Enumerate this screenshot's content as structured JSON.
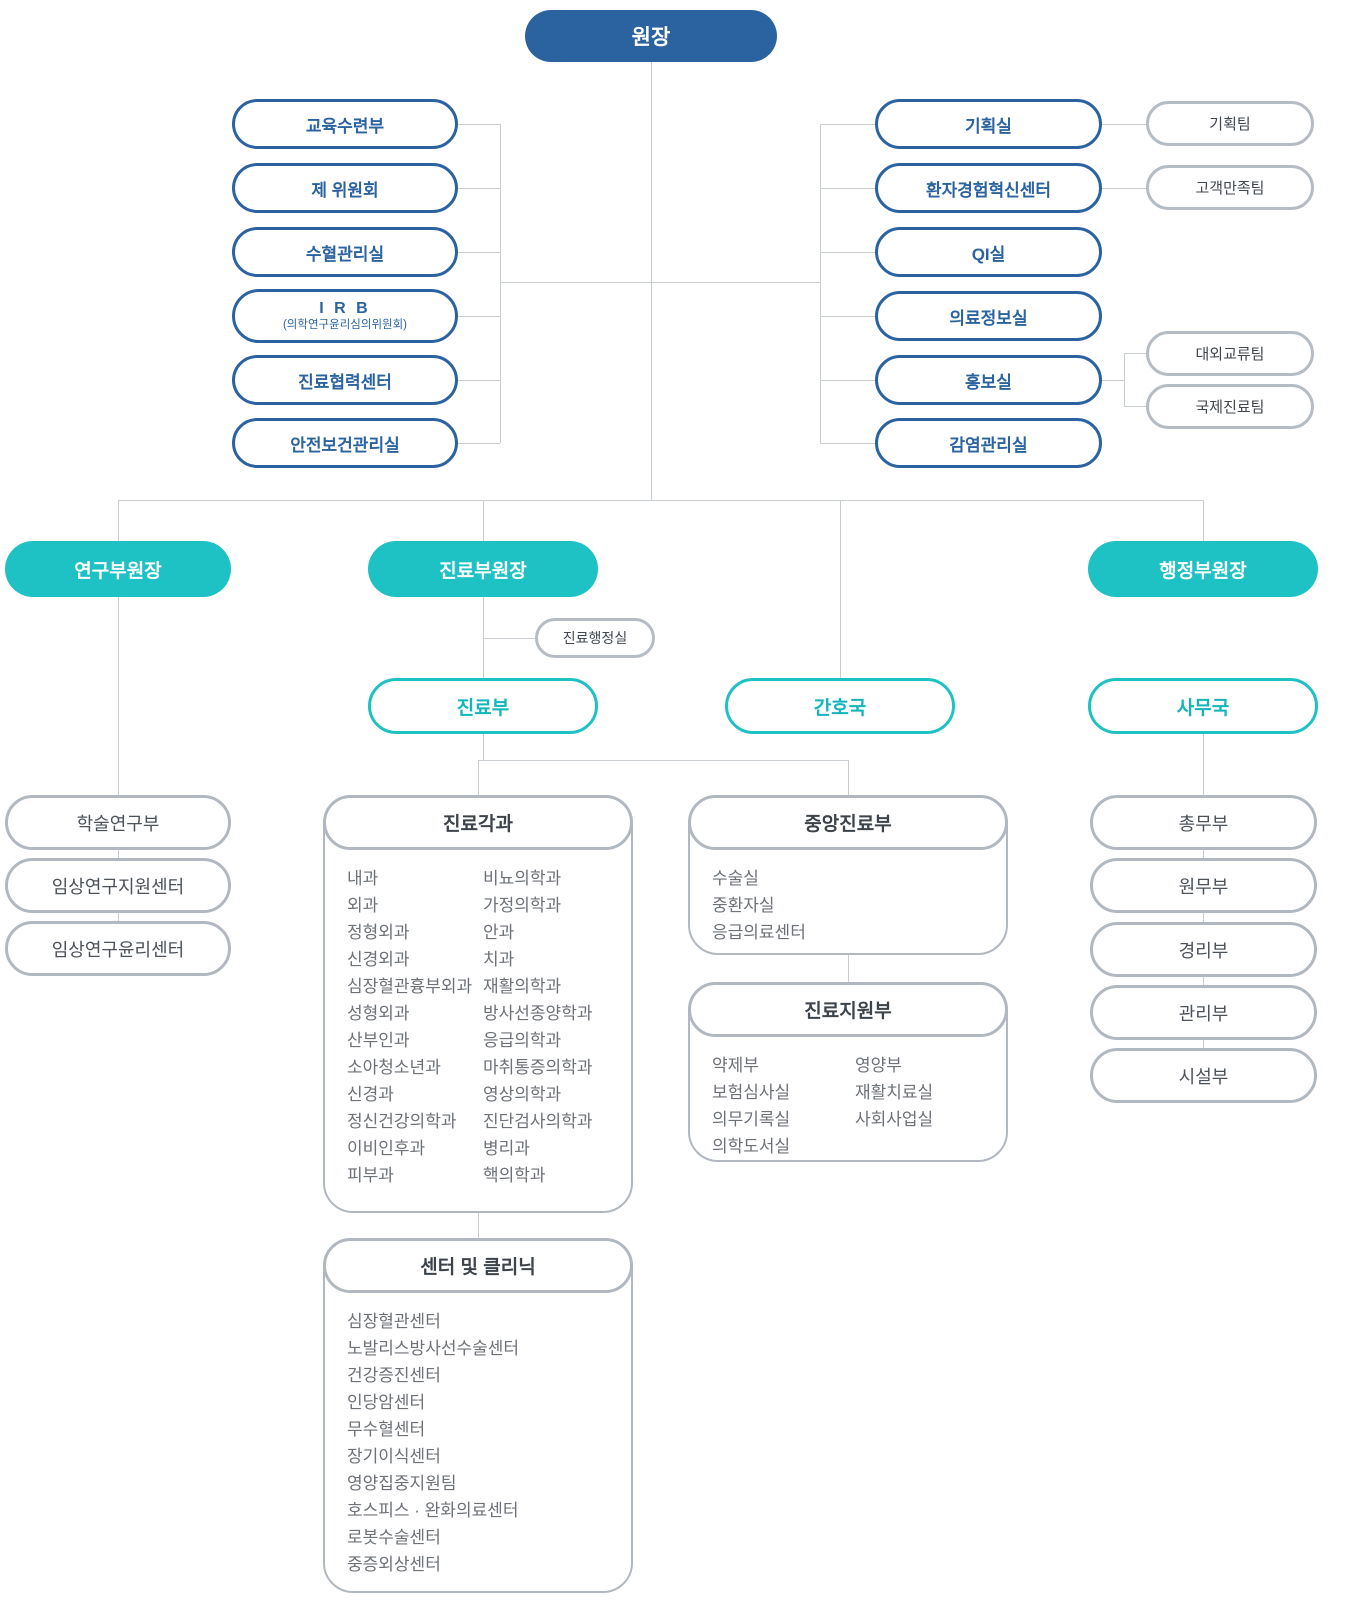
{
  "root": {
    "label": "원장"
  },
  "left_staff": [
    {
      "label": "교육수련부"
    },
    {
      "label": "제 위원회"
    },
    {
      "label": "수혈관리실"
    },
    {
      "label": "I R B",
      "sublabel": "(의학연구윤리심의위원회)"
    },
    {
      "label": "진료협력센터"
    },
    {
      "label": "안전보건관리실"
    }
  ],
  "right_staff": [
    {
      "label": "기획실"
    },
    {
      "label": "환자경험혁신센터"
    },
    {
      "label": "QI실"
    },
    {
      "label": "의료정보실"
    },
    {
      "label": "홍보실"
    },
    {
      "label": "감염관리실"
    }
  ],
  "staff_teams": {
    "planning_team": "기획팀",
    "customer_satisfaction_team": "고객만족팀",
    "external_exchange_team": "대외교류팀",
    "international_care_team": "국제진료팀"
  },
  "vice_directors": {
    "research": "연구부원장",
    "medical": "진료부원장",
    "administration": "행정부원장"
  },
  "medical_office": {
    "label": "진료행정실"
  },
  "mid_units": {
    "medical_dept": "진료부",
    "nursing": "간호국",
    "admin_office": "사무국"
  },
  "research_units": [
    {
      "label": "학술연구부"
    },
    {
      "label": "임상연구지원센터"
    },
    {
      "label": "임상연구윤리센터"
    }
  ],
  "admin_units": [
    {
      "label": "총무부"
    },
    {
      "label": "원무부"
    },
    {
      "label": "경리부"
    },
    {
      "label": "관리부"
    },
    {
      "label": "시설부"
    }
  ],
  "boxes": {
    "clinical_departments": {
      "title": "진료각과",
      "col1": [
        "내과",
        "외과",
        "정형외과",
        "신경외과",
        "심장혈관흉부외과",
        "성형외과",
        "산부인과",
        "소아청소년과",
        "신경과",
        "정신건강의학과",
        "이비인후과",
        "피부과"
      ],
      "col2": [
        "비뇨의학과",
        "가정의학과",
        "안과",
        "치과",
        "재활의학과",
        "방사선종양학과",
        "응급의학과",
        "마취통증의학과",
        "영상의학과",
        "진단검사의학과",
        "병리과",
        "핵의학과"
      ]
    },
    "central_care": {
      "title": "중앙진료부",
      "items": [
        "수술실",
        "중환자실",
        "응급의료센터"
      ]
    },
    "care_support": {
      "title": "진료지원부",
      "col1": [
        "약제부",
        "보험심사실",
        "의무기록실",
        "의학도서실"
      ],
      "col2": [
        "영양부",
        "재활치료실",
        "사회사업실"
      ]
    },
    "centers_clinics": {
      "title": "센터 및 클리닉",
      "items": [
        "심장혈관센터",
        "노발리스방사선수술센터",
        "건강증진센터",
        "인당암센터",
        "무수혈센터",
        "장기이식센터",
        "영양집중지원팀",
        "호스피스 · 완화의료센터",
        "로봇수술센터",
        "중증외상센터"
      ]
    }
  },
  "colors": {
    "blue": "#2b63a0",
    "teal": "#1ec1c4",
    "gray_border": "#b2b8c0",
    "line": "#c8cdd2"
  }
}
